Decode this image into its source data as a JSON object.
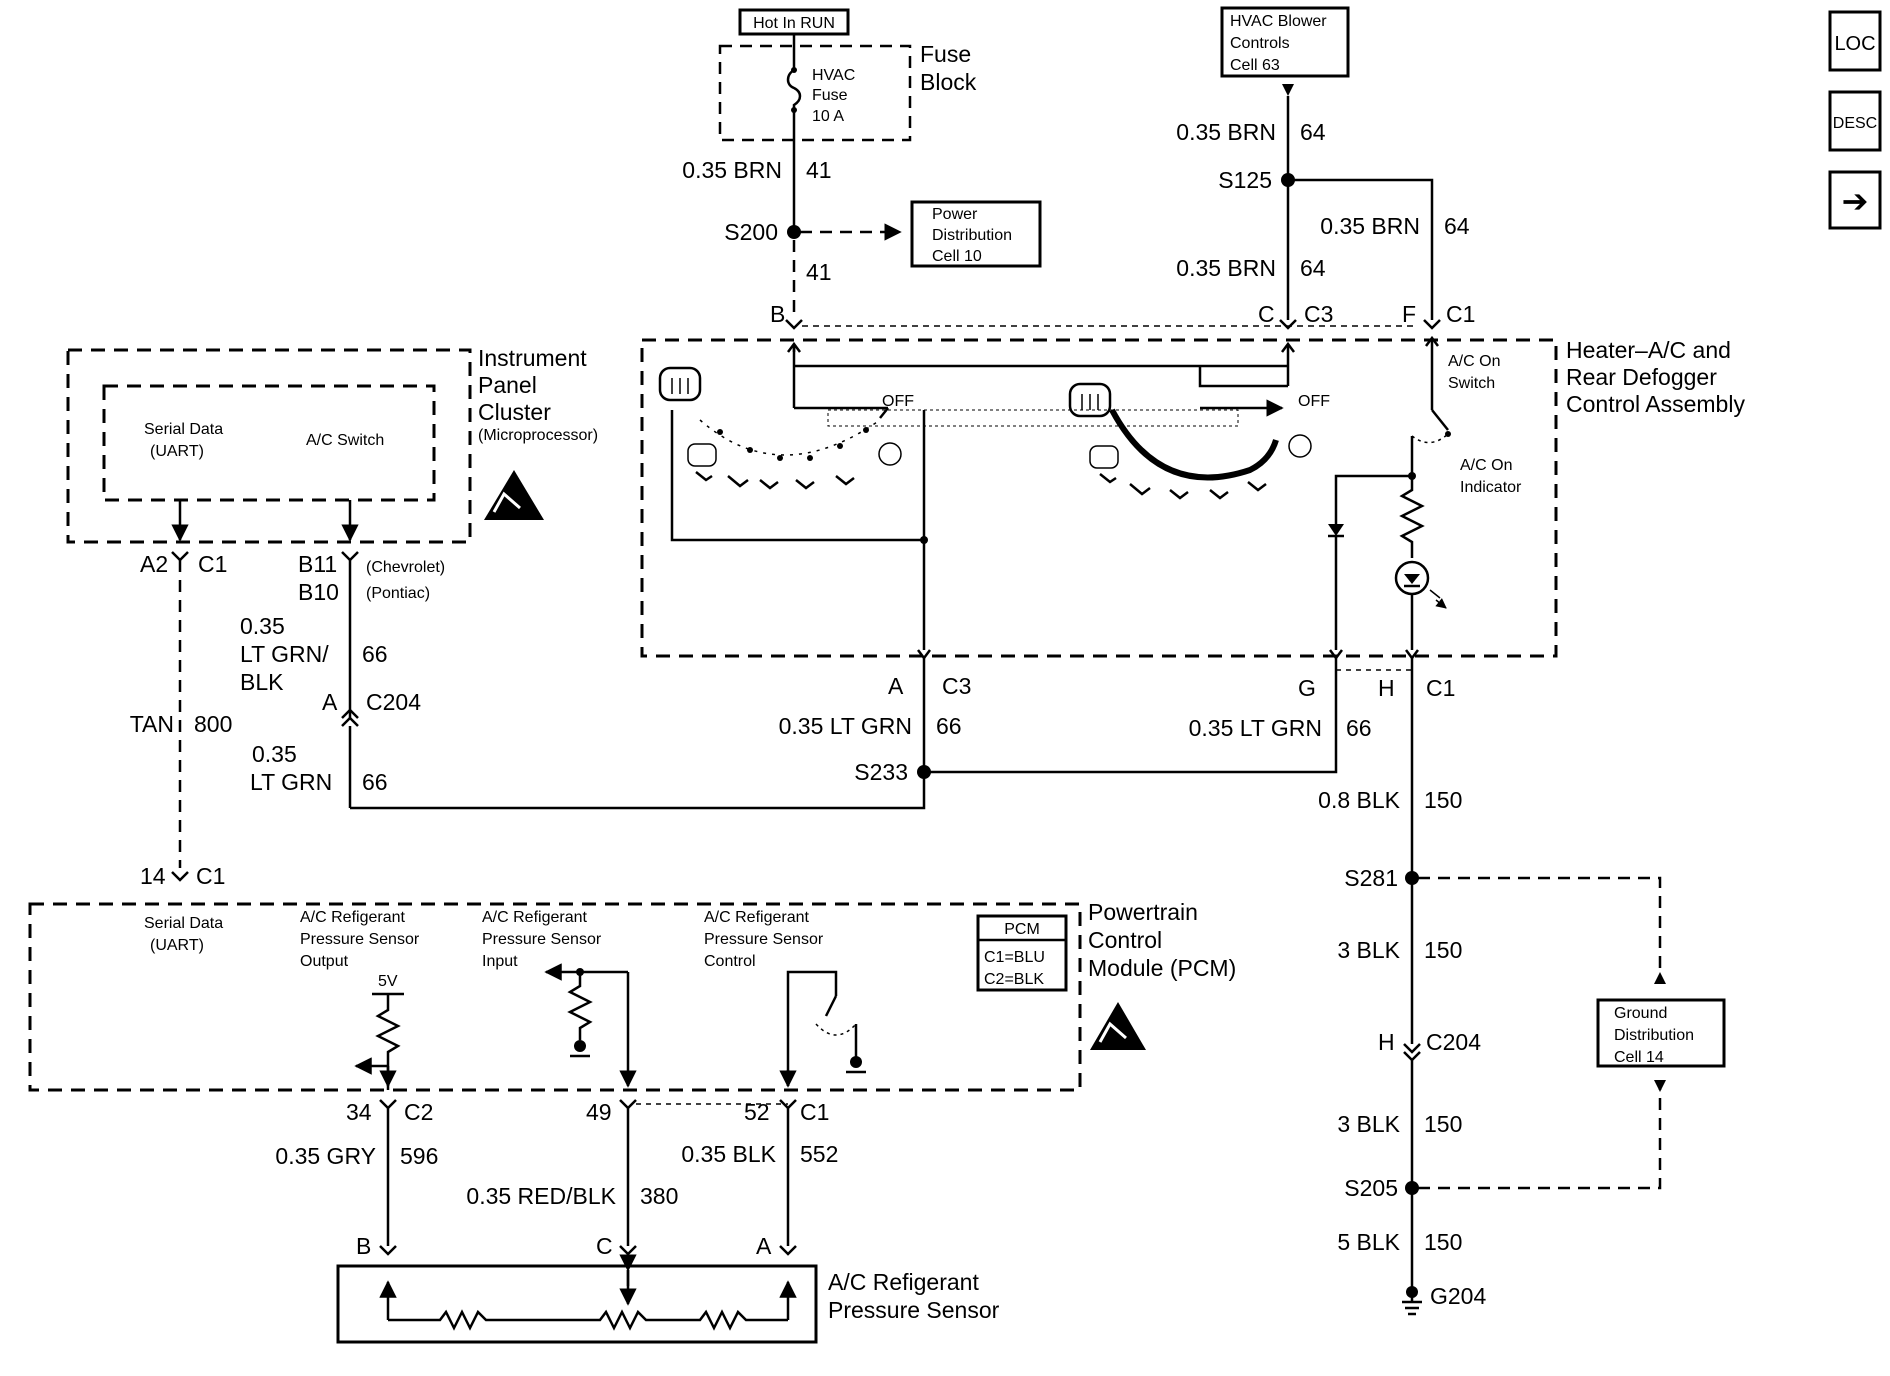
{
  "nav": {
    "loc_label": "LOC",
    "desc_label": "DESC",
    "next_label": "➔"
  },
  "hot_in_run": "Hot In RUN",
  "fuse_block": {
    "label_line1": "Fuse",
    "label_line2": "Block",
    "fuse_line1": "HVAC",
    "fuse_line2": "Fuse",
    "fuse_line3": "10 A"
  },
  "hvac_blower": {
    "line1": "HVAC Blower",
    "line2": "Controls",
    "line3": "Cell 63"
  },
  "power_dist": {
    "line1": "Power",
    "line2": "Distribution",
    "line3": "Cell 10"
  },
  "ground_dist": {
    "line1": "Ground",
    "line2": "Distribution",
    "line3": "Cell 14"
  },
  "wires": {
    "w41_color": "0.35 BRN",
    "w41_num": "41",
    "w41b_num": "41",
    "w64a_color": "0.35 BRN",
    "w64a_num": "64",
    "w64b_color": "0.35 BRN",
    "w64b_num": "64",
    "w64c_color": "0.35 BRN",
    "w64c_num": "64",
    "w66a_color1": "0.35",
    "w66a_color2": "LT GRN/",
    "w66a_color3": "BLK",
    "w66a_num": "66",
    "w66b_color1": "0.35",
    "w66b_color2": "LT GRN",
    "w66b_num": "66",
    "w66c_color": "0.35 LT GRN",
    "w66c_num": "66",
    "w66d_color": "0.35 LT GRN",
    "w66d_num": "66",
    "w800_color": "TAN",
    "w800_num": "800",
    "w150a_color": "0.8 BLK",
    "w150a_num": "150",
    "w150b_color": "3 BLK",
    "w150b_num": "150",
    "w150c_color": "3 BLK",
    "w150c_num": "150",
    "w150d_color": "5 BLK",
    "w150d_num": "150",
    "w596_color": "0.35 GRY",
    "w596_num": "596",
    "w380_color": "0.35 RED/BLK",
    "w380_num": "380",
    "w552_color": "0.35 BLK",
    "w552_num": "552"
  },
  "splices": {
    "s200": "S200",
    "s125": "S125",
    "s233": "S233",
    "s281": "S281",
    "s205": "S205",
    "g204": "G204"
  },
  "connectors": {
    "b": "B",
    "c": "C",
    "c3": "C3",
    "f": "F",
    "c1": "C1",
    "a2": "A2",
    "a2_c1": "C1",
    "b11": "B11",
    "b10": "B10",
    "chevrolet": "(Chevrolet)",
    "pontiac": "(Pontiac)",
    "a_c204": "A",
    "c204": "C204",
    "a_c3": "A",
    "a_c3_lbl": "C3",
    "g": "G",
    "h": "H",
    "h_c1": "C1",
    "p14": "14",
    "p14_c1": "C1",
    "h_c204": "H",
    "h_c204_lbl": "C204",
    "p34": "34",
    "c2": "C2",
    "p49": "49",
    "p52": "52",
    "p52_c1": "C1",
    "sb": "B",
    "sc": "C",
    "sa": "A"
  },
  "ipc": {
    "line1": "Instrument",
    "line2": "Panel",
    "line3": "Cluster",
    "line4": "(Microprocessor)",
    "serial1": "Serial Data",
    "serial2": "(UART)",
    "acswitch": "A/C Switch"
  },
  "heater": {
    "line1": "Heater–A/C and",
    "line2": "Rear Defogger",
    "line3": "Control Assembly",
    "off1": "OFF",
    "off2": "OFF",
    "acon1": "A/C On",
    "acon2": "Switch",
    "ind1": "A/C On",
    "ind2": "Indicator"
  },
  "pcm": {
    "line1": "Powertrain",
    "line2": "Control",
    "line3": "Module (PCM)",
    "box_title": "PCM",
    "box_c1": "C1=BLU",
    "box_c2": "C2=BLK",
    "serial1": "Serial Data",
    "serial2": "(UART)",
    "out1": "A/C Refigerant",
    "out2": "Pressure Sensor",
    "out3": "Output",
    "in1": "A/C Refigerant",
    "in2": "Pressure Sensor",
    "in3": "Input",
    "ctl1": "A/C Refigerant",
    "ctl2": "Pressure Sensor",
    "ctl3": "Control",
    "v5": "5V"
  },
  "sensor": {
    "line1": "A/C Refigerant",
    "line2": "Pressure Sensor"
  }
}
